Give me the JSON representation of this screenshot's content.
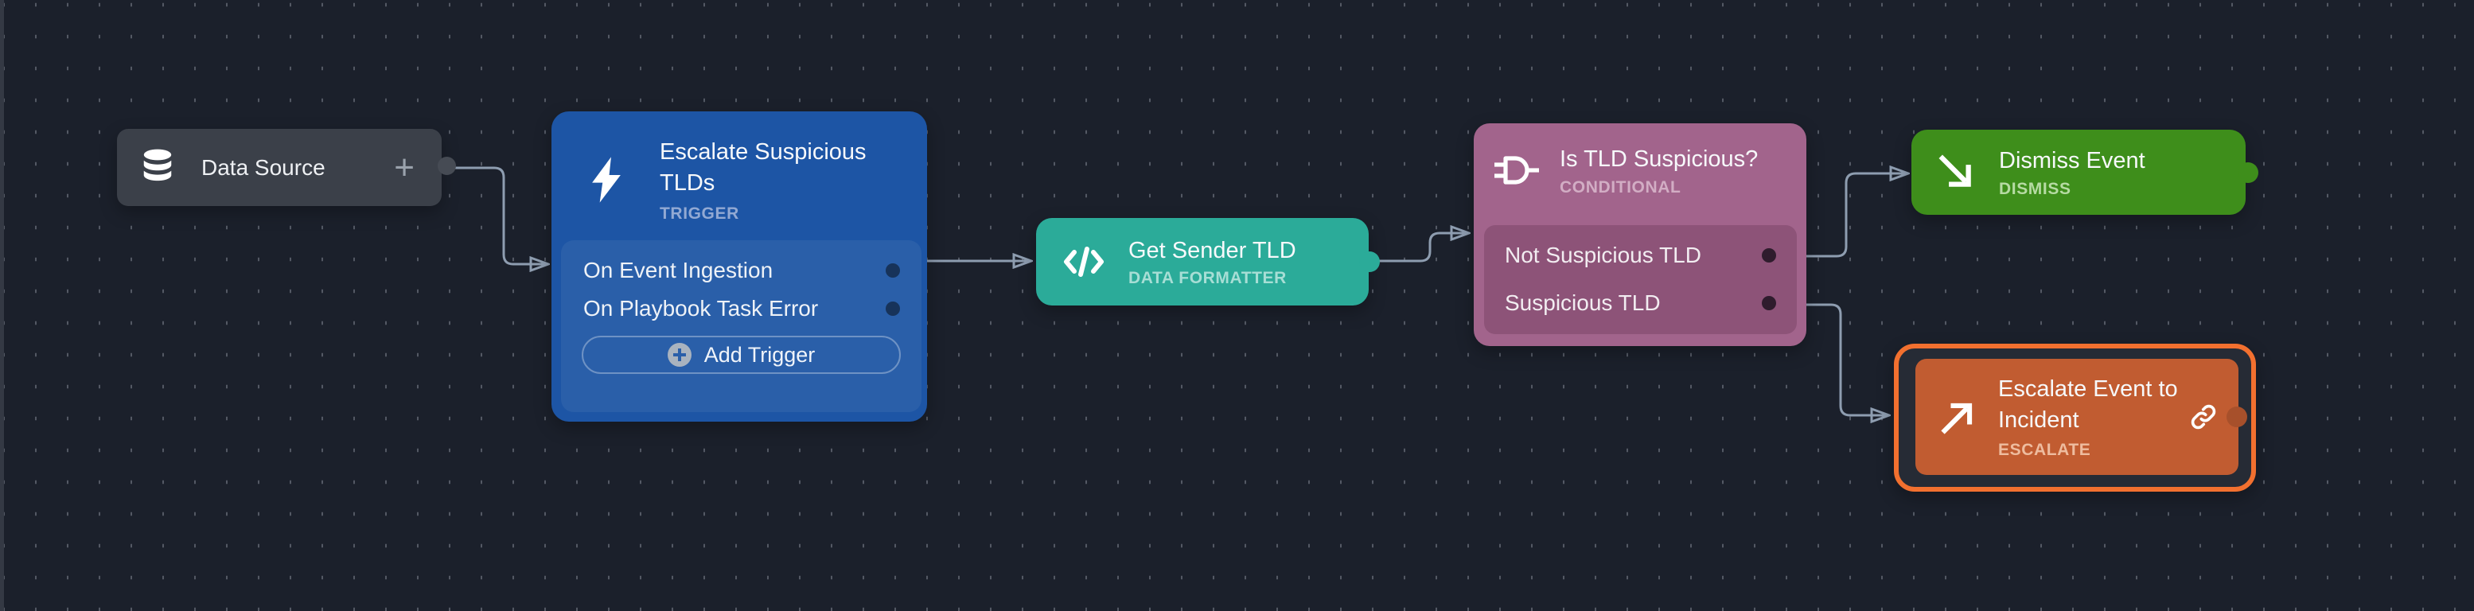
{
  "canvas": {
    "background_color": "#1b202b",
    "grid_dot_color": "#828894",
    "connector_color": "#8e9db0",
    "selection_color": "#f2702f"
  },
  "nodes": {
    "data_source": {
      "label": "Data Source",
      "add_button": "+",
      "icon": "database-icon",
      "color": "#3b4049"
    },
    "trigger": {
      "title": "Escalate Suspicious TLDs",
      "type_label": "TRIGGER",
      "icon": "lightning-bolt-icon",
      "color": "#1d55a5",
      "triggers": [
        {
          "label": "On Event Ingestion",
          "connected": true
        },
        {
          "label": "On Playbook Task Error",
          "connected": false
        }
      ],
      "add_trigger_label": "Add Trigger"
    },
    "data_formatter": {
      "title": "Get Sender TLD",
      "type_label": "DATA FORMATTER",
      "icon": "code-icon",
      "color": "#2bab99"
    },
    "conditional": {
      "title": "Is TLD Suspicious?",
      "type_label": "CONDITIONAL",
      "icon": "logic-gate-icon",
      "color": "#a2648c",
      "branches": [
        {
          "label": "Not Suspicious TLD",
          "connected_to": "Dismiss Event"
        },
        {
          "label": "Suspicious TLD",
          "connected_to": "Escalate Event to Incident"
        }
      ]
    },
    "dismiss": {
      "title": "Dismiss Event",
      "type_label": "DISMISS",
      "icon": "arrow-down-right-icon",
      "color": "#3e8e1b"
    },
    "escalate": {
      "title": "Escalate Event to Incident",
      "type_label": "ESCALATE",
      "icon": "arrow-up-right-icon",
      "has_link_icon": true,
      "color": "#c15c31",
      "selected": true
    }
  },
  "connections": [
    {
      "from": "Data Source",
      "to": "Escalate Suspicious TLDs"
    },
    {
      "from": "On Event Ingestion",
      "to": "Get Sender TLD"
    },
    {
      "from": "Get Sender TLD",
      "to": "Is TLD Suspicious?"
    },
    {
      "from": "Not Suspicious TLD",
      "to": "Dismiss Event"
    },
    {
      "from": "Suspicious TLD",
      "to": "Escalate Event to Incident"
    }
  ]
}
